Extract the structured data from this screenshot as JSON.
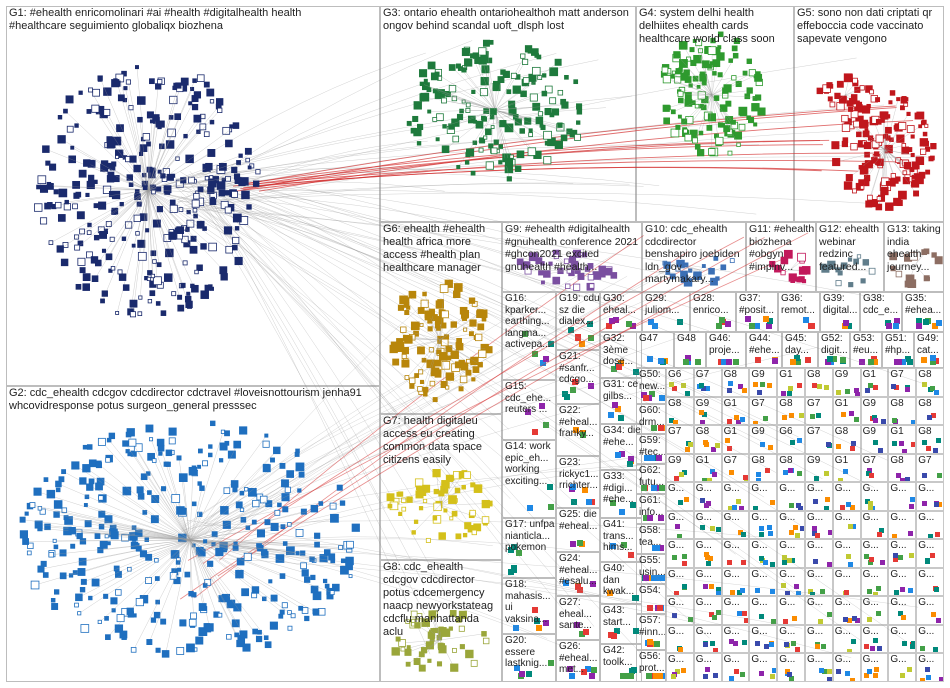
{
  "groups": [
    {
      "id": "G1",
      "label": "G1: #ehealth enricomolinari #ai #health #digitalhealth health #healthcare seguimiento globaliqx biozhena",
      "color": "#1a2a6c"
    },
    {
      "id": "G2",
      "label": "G2: cdc_ehealth cdcgov cdcdirector cdctravel #loveisnottourism jenha91 whcovidresponse potus surgeon_general presssec",
      "color": "#1f6fbf"
    },
    {
      "id": "G3",
      "label": "G3: ontario ehealth ontariohealthoh matt anderson ongov behind scandal uoft_dlsph lost",
      "color": "#1e7a3c"
    },
    {
      "id": "G4",
      "label": "G4: system delhi health delhiites ehealth cards healthcare world class soon",
      "color": "#2e9a2e"
    },
    {
      "id": "G5",
      "label": "G5: sono non dati criptati qr effeboccia code vaccinato sapevate vengono",
      "color": "#c0161c"
    },
    {
      "id": "G6",
      "label": "G6: ehealth #ehealth health africa more access #health plan healthcare manager",
      "color": "#b8860b"
    },
    {
      "id": "G7",
      "label": "G7: health digitaleu access eu creating common data space citizens easily",
      "color": "#d4c01a"
    },
    {
      "id": "G8",
      "label": "G8: cdc_ehealth cdcgov cdcdirector potus cdcemergency naacp newyorkstateag cdcflu manhattanda aclu",
      "color": "#9aa63a"
    },
    {
      "id": "G9",
      "label": "G9: #ehealth #digitalhealth #gnuhealth conference 2021 #ghcon2021 excited gnuhealth #health...",
      "color": "#7a4fa0"
    },
    {
      "id": "G10",
      "label": "G10: cdc_ehealth cdcdirector benshapiro joebiden ldn_gov martymakary...",
      "color": "#3b6fb5"
    },
    {
      "id": "G11",
      "label": "G11: #ehealth biozhena #obgyn #impinv...",
      "color": "#c2185b"
    },
    {
      "id": "G12",
      "label": "G12: ehealth webinar redzinc featured...",
      "color": "#607d8b"
    },
    {
      "id": "G13",
      "label": "G13: taking india ehealth journey...",
      "color": "#8d6e63"
    },
    {
      "id": "G14",
      "label": "G14: work epic_eh... working exciting...",
      "color": "#5d4037"
    },
    {
      "id": "G15",
      "label": "G15: cdc_ehe... reuters ...",
      "color": "#455a64"
    },
    {
      "id": "G16",
      "label": "G16: kparker... earthing... langma... activepa...",
      "color": "#6d4c41"
    },
    {
      "id": "G17",
      "label": "G17: unfpa nianticla... pokemon",
      "color": "#7cb342"
    },
    {
      "id": "G18",
      "label": "G18: mahasis... ui vaksina...",
      "color": "#26a69a"
    },
    {
      "id": "G19",
      "label": "G19: cdu sz die dialex...",
      "color": "#ab47bc"
    },
    {
      "id": "G20",
      "label": "G20: essere lastknig...",
      "color": "#8e24aa"
    },
    {
      "id": "G21",
      "label": "G21: #sanfr... cdcgo...",
      "color": "#e53935"
    },
    {
      "id": "G22",
      "label": "G22: #eheal... franky...",
      "color": "#fb8c00"
    },
    {
      "id": "G23",
      "label": "G23: rickyc1... rrichter...",
      "color": "#3949ab"
    },
    {
      "id": "G24",
      "label": "G24: #eheal... #esalu...",
      "color": "#00897b"
    },
    {
      "id": "G25",
      "label": "G25: die #eheal...",
      "color": "#c0ca33"
    },
    {
      "id": "G26",
      "label": "G26: #eheal... met...",
      "color": "#6a1b9a"
    },
    {
      "id": "G27",
      "label": "G27: eheal... sante...",
      "color": "#43a047"
    },
    {
      "id": "G28",
      "label": "G28: enrico...",
      "color": "#1e88e5"
    },
    {
      "id": "G29",
      "label": "G29: juliom...",
      "color": "#f4511e"
    },
    {
      "id": "G30",
      "label": "G30: eheal...",
      "color": "#5e35b1"
    },
    {
      "id": "G31",
      "label": "G31: ce gilbs...",
      "color": "#00acc1"
    },
    {
      "id": "G32",
      "label": "G32: 3ème dose...",
      "color": "#7cb342"
    },
    {
      "id": "G33",
      "label": "G33: #digi... #ehe...",
      "color": "#d81b60"
    },
    {
      "id": "G34",
      "label": "G34: die #ehe...",
      "color": "#546e7a"
    },
    {
      "id": "G35",
      "label": "G35: #ehea...",
      "color": "#8e24aa"
    },
    {
      "id": "G36",
      "label": "G36: remot...",
      "color": "#039be5"
    },
    {
      "id": "G37",
      "label": "G37: #posit...",
      "color": "#e53935"
    },
    {
      "id": "G38",
      "label": "G38: cdc_e...",
      "color": "#1565c0"
    },
    {
      "id": "G39",
      "label": "G39: digital...",
      "color": "#2e7d32"
    },
    {
      "id": "G40",
      "label": "G40: dan kwak...",
      "color": "#6d4c41"
    },
    {
      "id": "G41",
      "label": "G41: trans... hims...",
      "color": "#ad1457"
    },
    {
      "id": "G42",
      "label": "G42: toolk...",
      "color": "#00838f"
    },
    {
      "id": "G43",
      "label": "G43: start...",
      "color": "#ef6c00"
    },
    {
      "id": "G44",
      "label": "G44: #ehe...",
      "color": "#5e35b1"
    },
    {
      "id": "G45",
      "label": "G45: day...",
      "color": "#c62828"
    },
    {
      "id": "G46",
      "label": "G46: proje...",
      "color": "#283593"
    },
    {
      "id": "G47",
      "label": "G47",
      "color": "#558b2f"
    },
    {
      "id": "G48",
      "label": "G48",
      "color": "#00695c"
    },
    {
      "id": "G49",
      "label": "G49: cat...",
      "color": "#4e342e"
    },
    {
      "id": "G50",
      "label": "G50: new...",
      "color": "#37474f"
    },
    {
      "id": "G51",
      "label": "G51: #hp...",
      "color": "#ad1457"
    },
    {
      "id": "G52",
      "label": "G52: digit...",
      "color": "#1565c0"
    },
    {
      "id": "G53",
      "label": "G53: #eu...",
      "color": "#6a1b9a"
    },
    {
      "id": "G54",
      "label": "G54:",
      "color": "#2e7d32"
    },
    {
      "id": "G55",
      "label": "G55: usin...",
      "color": "#ef6c00"
    },
    {
      "id": "G56",
      "label": "G56: prot...",
      "color": "#00838f"
    },
    {
      "id": "G57",
      "label": "G57: #inn...",
      "color": "#c62828"
    },
    {
      "id": "G58",
      "label": "G58: tea...",
      "color": "#283593"
    },
    {
      "id": "G59",
      "label": "G59: #tec...",
      "color": "#558b2f"
    },
    {
      "id": "G60",
      "label": "G60: drm...",
      "color": "#4e342e"
    },
    {
      "id": "G61",
      "label": "G61: info...",
      "color": "#37474f"
    },
    {
      "id": "G62",
      "label": "G62: futu...",
      "color": "#ad1457"
    }
  ],
  "small_cell_tags": [
    "G6",
    "G7",
    "G8",
    "G9",
    "G1",
    "G8",
    "G9",
    "G1",
    "G7",
    "G8",
    "G8",
    "G9",
    "G1",
    "G7",
    "G8",
    "G7",
    "G1",
    "G9",
    "G8",
    "G8",
    "G7",
    "G8",
    "G1",
    "G9"
  ],
  "tiny_cell_tag": "G..."
}
